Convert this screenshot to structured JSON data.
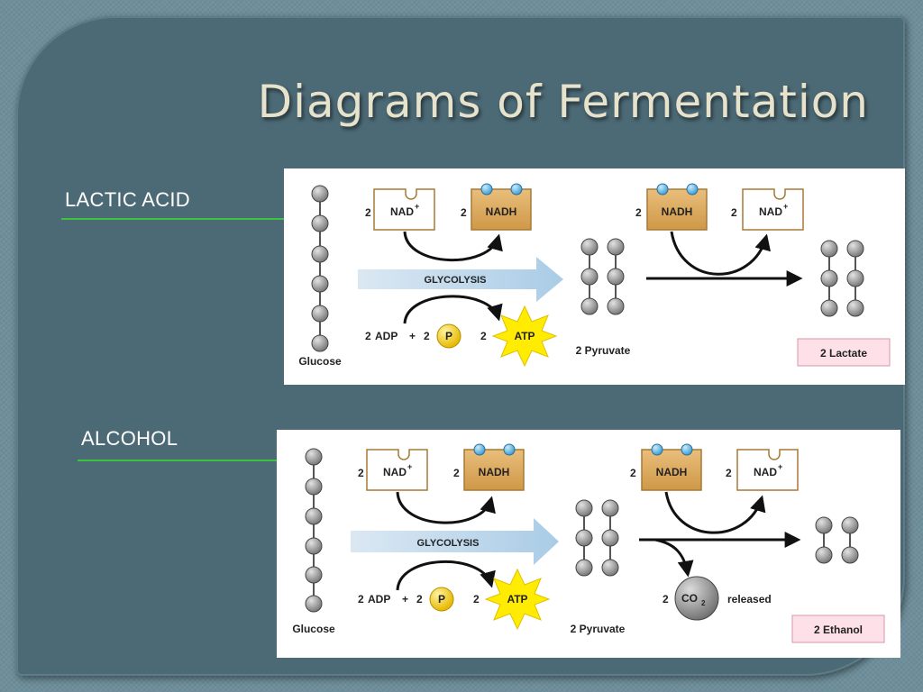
{
  "slide": {
    "title": "Diagrams of Fermentation",
    "colors": {
      "background": "#4c6a76",
      "title": "#e6e2cc",
      "rule": "#3cc33c"
    }
  },
  "sections": [
    {
      "label": "LACTIC ACID",
      "diagram": {
        "glucose_label": "Glucose",
        "nad_coef": "2",
        "nad_label": "NAD",
        "nad_sup": "+",
        "nadh_coef": "2",
        "nadh_label": "NADH",
        "glycolysis_label": "GLYCOLYSIS",
        "adp_coef": "2",
        "adp_label": "ADP",
        "plus": "+",
        "p_coef": "2",
        "p_label": "P",
        "atp_coef": "2",
        "atp_label": "ATP",
        "pyruvate_label": "2 Pyruvate",
        "nadh2_coef": "2",
        "nadh2_label": "NADH",
        "nad2_coef": "2",
        "nad2_label": "NAD",
        "nad2_sup": "+",
        "product_label": "2 Lactate"
      }
    },
    {
      "label": "ALCOHOL",
      "diagram": {
        "glucose_label": "Glucose",
        "nad_coef": "2",
        "nad_label": "NAD",
        "nad_sup": "+",
        "nadh_coef": "2",
        "nadh_label": "NADH",
        "glycolysis_label": "GLYCOLYSIS",
        "adp_coef": "2",
        "adp_label": "ADP",
        "plus": "+",
        "p_coef": "2",
        "p_label": "P",
        "atp_coef": "2",
        "atp_label": "ATP",
        "pyruvate_label": "2 Pyruvate",
        "nadh2_coef": "2",
        "nadh2_label": "NADH",
        "nad2_coef": "2",
        "nad2_label": "NAD",
        "nad2_sup": "+",
        "co2_coef": "2",
        "co2_label": "CO",
        "co2_sub": "2",
        "co2_released": "released",
        "product_label": "2 Ethanol"
      }
    }
  ]
}
